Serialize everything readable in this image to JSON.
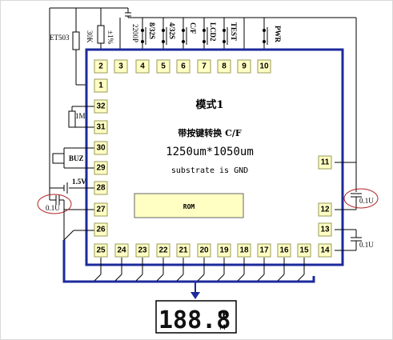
{
  "chip": {
    "title": "模式1",
    "subtitle": "带按键转换 C/F",
    "size": "1250um*1050um",
    "substrate": "substrate is GND",
    "rom_label": "ROM"
  },
  "pins": {
    "top": [
      "2",
      "3",
      "4",
      "5",
      "6",
      "7",
      "8",
      "9",
      "10"
    ],
    "left": [
      "1",
      "32",
      "31",
      "30",
      "29",
      "28",
      "27",
      "26"
    ],
    "bottom": [
      "25",
      "24",
      "23",
      "22",
      "21",
      "20",
      "19",
      "18",
      "17",
      "16",
      "15",
      "14"
    ],
    "right": [
      "11",
      "12",
      "13"
    ]
  },
  "components": {
    "et503": "ET503",
    "r30k": "30K",
    "r1pct": "±1%",
    "cap2200": "2200P",
    "sw_832": "8/32S",
    "sw_432": "4/32S",
    "sw_cf": "C/F",
    "sw_lcd2": "LCD2",
    "sw_test": "TEST",
    "sw_pwr": "PWR",
    "r1m": "1M",
    "buz": "BUZ",
    "batt": "1.5V",
    "cap_left": "0.1U",
    "cap_right_top": "0.1U",
    "cap_right_bottom": "0.1U"
  },
  "display": {
    "digits": "188.8",
    "unit_top": "°E",
    "unit_bottom": "M"
  },
  "colors": {
    "bus": "#1c2a9c",
    "pin_fill": "#ffffc4",
    "rom_fill": "#ffffc4",
    "highlight": "#b02020"
  }
}
